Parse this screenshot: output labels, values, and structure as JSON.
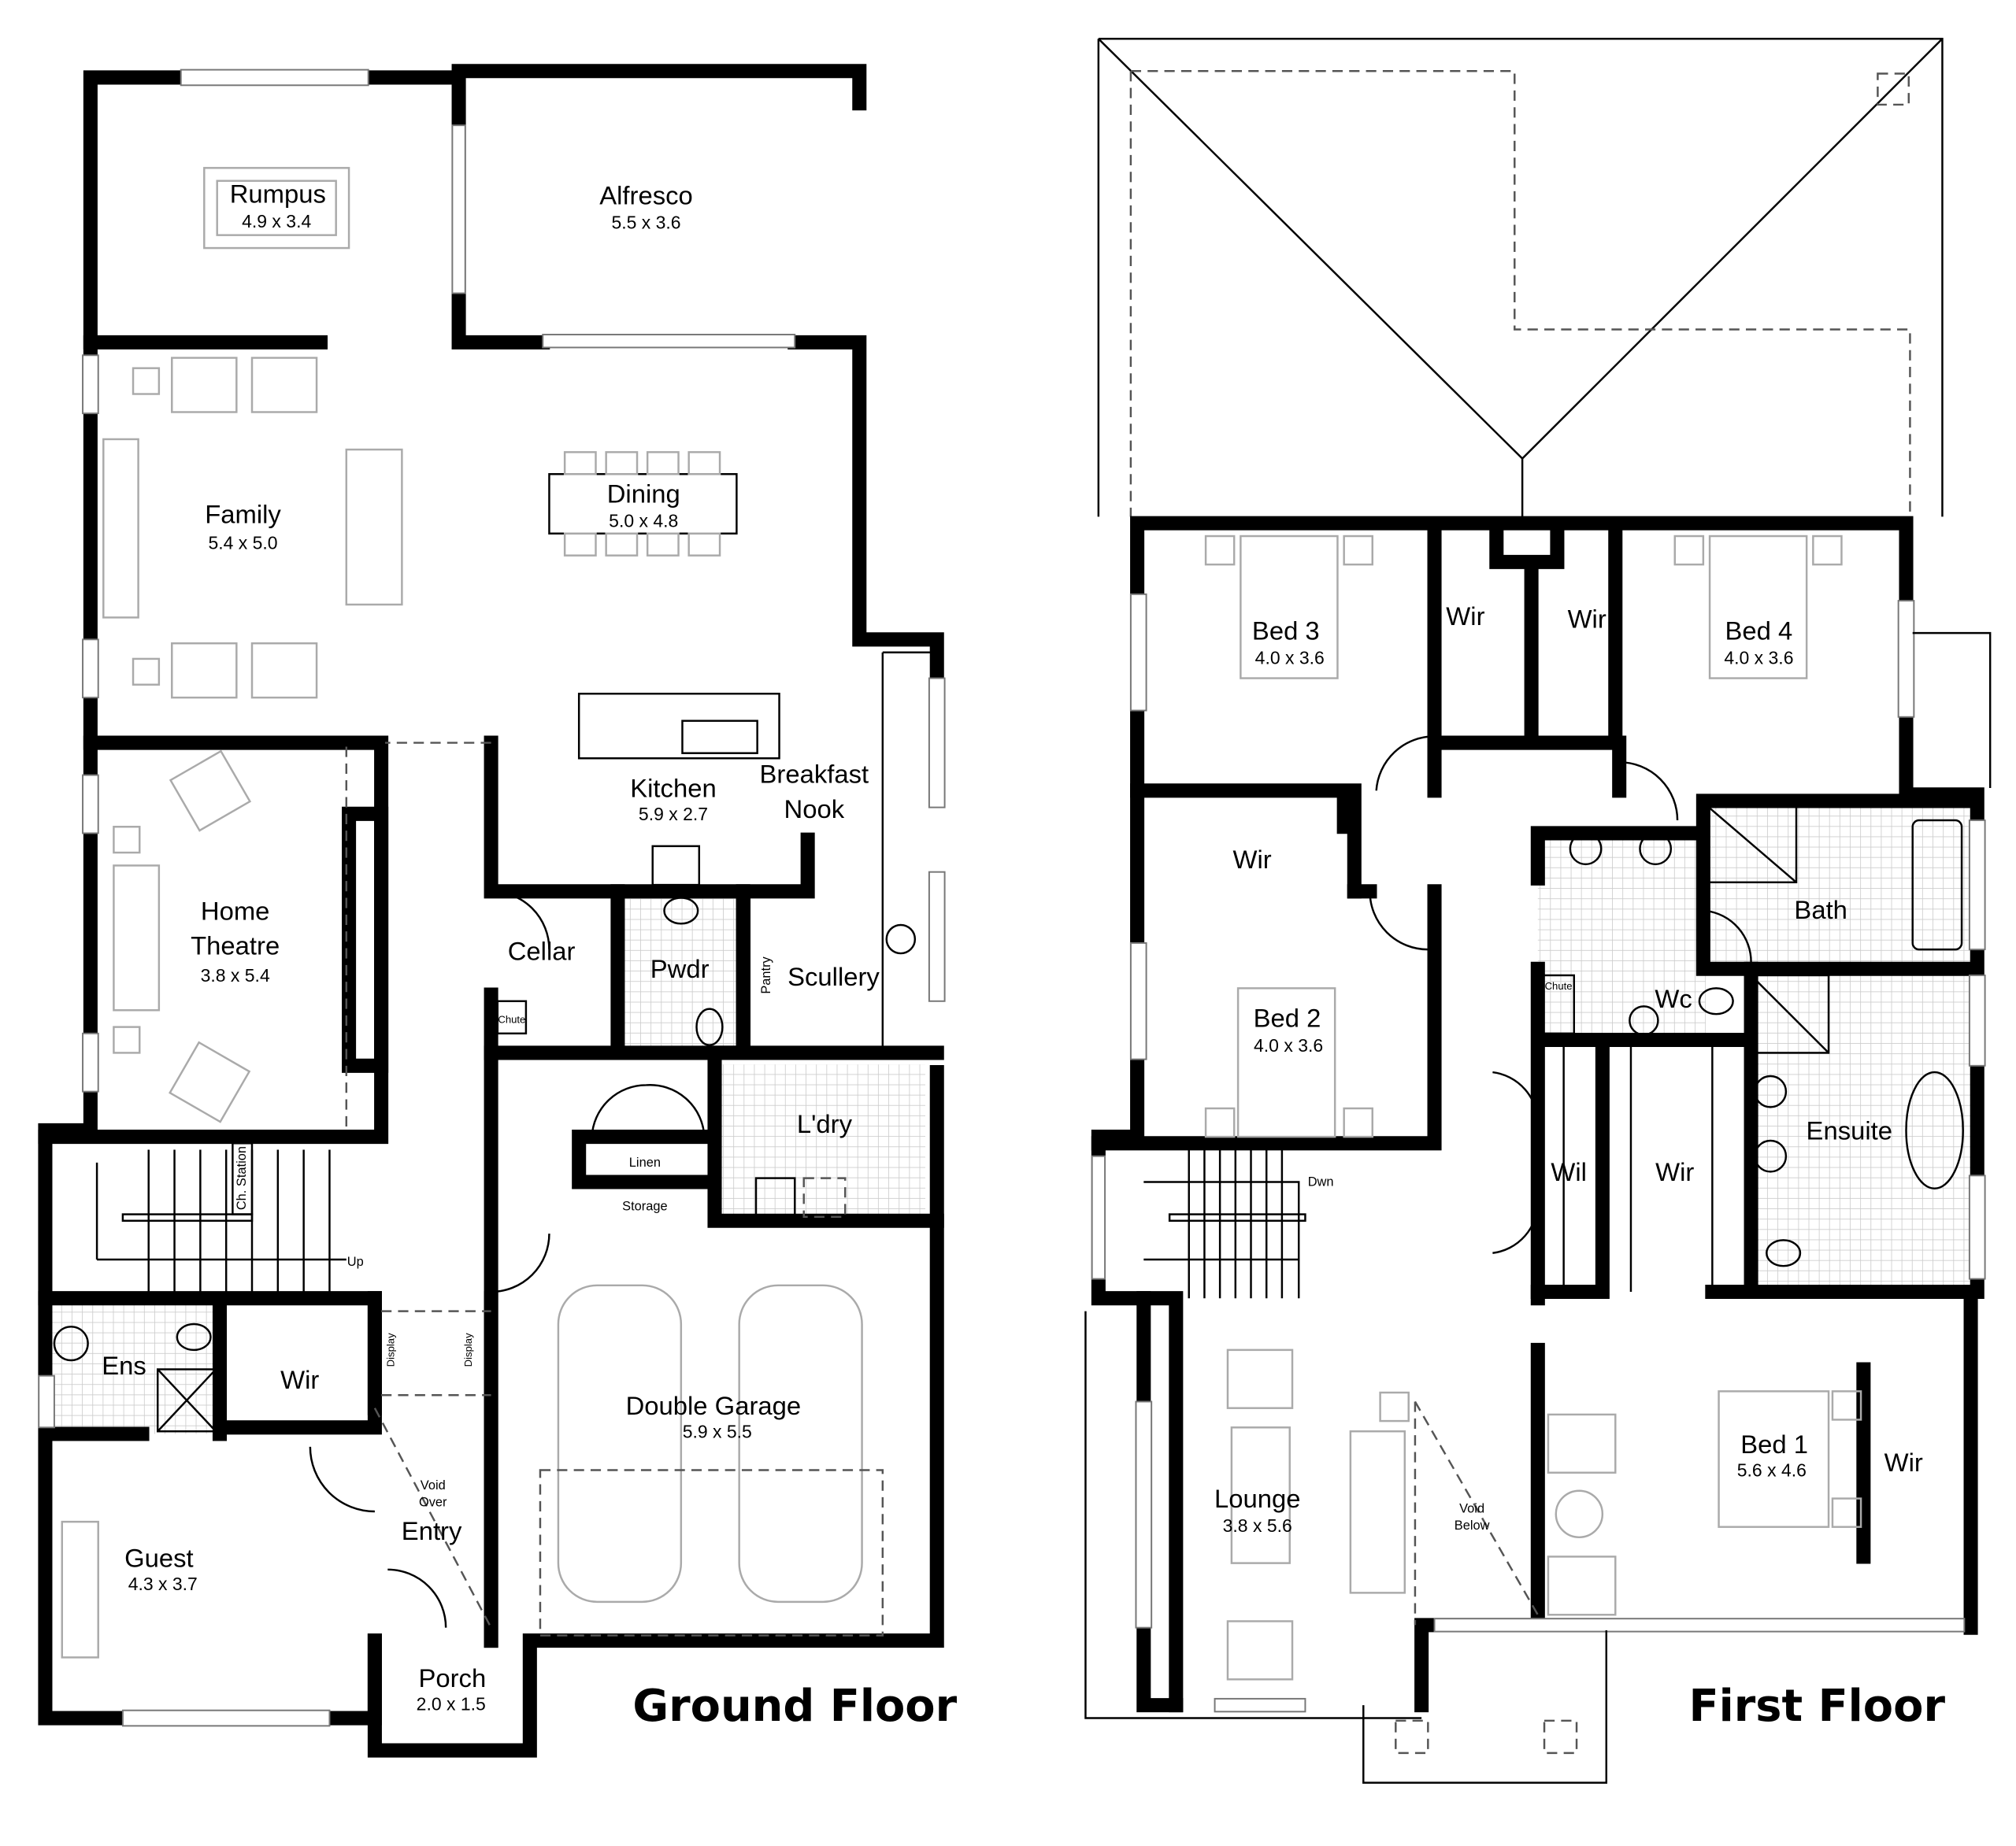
{
  "ground_floor": {
    "title": "Ground Floor",
    "rooms": [
      {
        "name": "Rumpus",
        "size": "4.9 x 3.4"
      },
      {
        "name": "Alfresco",
        "size": "5.5 x 3.6"
      },
      {
        "name": "Family",
        "size": "5.4 x 5.0"
      },
      {
        "name": "Dining",
        "size": "5.0 x 4.8"
      },
      {
        "name": "Kitchen",
        "size": "5.9 x 2.7"
      },
      {
        "name": "Breakfast Nook",
        "size": ""
      },
      {
        "name": "Home Theatre",
        "size": "3.8 x 5.4"
      },
      {
        "name": "Cellar",
        "size": ""
      },
      {
        "name": "Pwdr",
        "size": ""
      },
      {
        "name": "Scullery",
        "size": ""
      },
      {
        "name": "L'dry",
        "size": ""
      },
      {
        "name": "Double Garage",
        "size": "5.9 x 5.5"
      },
      {
        "name": "Ens",
        "size": ""
      },
      {
        "name": "Wir",
        "size": ""
      },
      {
        "name": "Entry",
        "size": ""
      },
      {
        "name": "Guest",
        "size": "4.3 x 3.7"
      },
      {
        "name": "Porch",
        "size": "2.0 x 1.5"
      }
    ],
    "labels": {
      "pantry": "Pantry",
      "chute": "Chute",
      "linen": "Linen",
      "storage": "Storage",
      "ch_station": "Ch. Station",
      "up": "Up",
      "display": "Display",
      "void_over_1": "Void",
      "void_over_2": "Over",
      "home": "Home",
      "theatre": "Theatre",
      "breakfast": "Breakfast",
      "nook": "Nook"
    }
  },
  "first_floor": {
    "title": "First Floor",
    "rooms": [
      {
        "name": "Bed 3",
        "size": "4.0 x 3.6"
      },
      {
        "name": "Wir",
        "size": ""
      },
      {
        "name": "Wir",
        "size": ""
      },
      {
        "name": "Bed 4",
        "size": "4.0 x 3.6"
      },
      {
        "name": "Wir",
        "size": ""
      },
      {
        "name": "Bath",
        "size": ""
      },
      {
        "name": "Bed 2",
        "size": "4.0 x 3.6"
      },
      {
        "name": "Wc",
        "size": ""
      },
      {
        "name": "Wil",
        "size": ""
      },
      {
        "name": "Wir",
        "size": ""
      },
      {
        "name": "Ensuite",
        "size": ""
      },
      {
        "name": "Lounge",
        "size": "3.8 x 5.6"
      },
      {
        "name": "Bed 1",
        "size": "5.6 x 4.6"
      },
      {
        "name": "Wir",
        "size": ""
      }
    ],
    "labels": {
      "chute": "Chute",
      "dwn": "Dwn",
      "void_below_1": "Void",
      "void_below_2": "Below"
    }
  }
}
